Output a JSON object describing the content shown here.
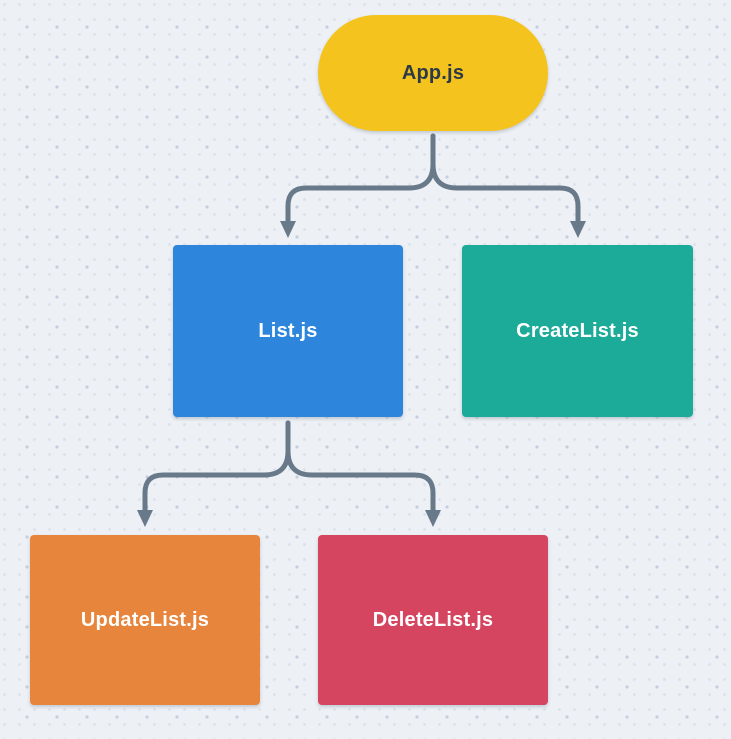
{
  "diagram": {
    "type": "component-tree-flowchart",
    "background": {
      "color": "#edf0f4",
      "pattern": "dot-grid",
      "dot_color_strong": "#c6cfdf",
      "dot_color_faint": "#dbe1ec"
    },
    "connector_color": "#68798a",
    "nodes": [
      {
        "id": "app",
        "label": "App.js",
        "shape": "pill",
        "color": "#f5c31d",
        "text_color": "#2c3a47"
      },
      {
        "id": "list",
        "label": "List.js",
        "shape": "rect",
        "color": "#2e86dc",
        "text_color": "#ffffff"
      },
      {
        "id": "createlist",
        "label": "CreateList.js",
        "shape": "rect",
        "color": "#1cab99",
        "text_color": "#ffffff"
      },
      {
        "id": "updatelist",
        "label": "UpdateList.js",
        "shape": "rect",
        "color": "#e7853c",
        "text_color": "#ffffff"
      },
      {
        "id": "deletelist",
        "label": "DeleteList.js",
        "shape": "rect",
        "color": "#d5455f",
        "text_color": "#ffffff"
      }
    ],
    "edges": [
      {
        "from": "app",
        "to": "list",
        "style": "arrow-down"
      },
      {
        "from": "app",
        "to": "createlist",
        "style": "arrow-down"
      },
      {
        "from": "list",
        "to": "updatelist",
        "style": "arrow-down"
      },
      {
        "from": "list",
        "to": "deletelist",
        "style": "arrow-down"
      }
    ]
  }
}
